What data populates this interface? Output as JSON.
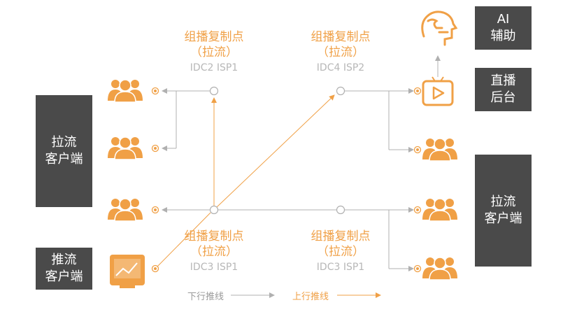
{
  "boxes": {
    "pull_left": "拉流\n客户端",
    "push": "推流\n客户端",
    "ai": "AI\n辅助",
    "live_backend": "直播\n后台",
    "pull_right": "拉流\n客户端"
  },
  "nodes": [
    {
      "title": "组播复制点",
      "sub": "（拉流）",
      "idc": "IDC2 ISP1"
    },
    {
      "title": "组播复制点",
      "sub": "（拉流）",
      "idc": "IDC4 ISP2"
    },
    {
      "title": "组播复制点",
      "sub": "（拉流）",
      "idc": "IDC3 ISP1"
    },
    {
      "title": "组播复制点",
      "sub": "（拉流）",
      "idc": "IDC3 ISP1"
    }
  ],
  "legend": {
    "downlink": "下行推线",
    "uplink": "上行推线"
  },
  "colors": {
    "orange": "#f0a046",
    "gray_line": "#b0b0b0",
    "box_bg": "#4a4a4a"
  },
  "icons": {
    "user_group": "user-group-icon",
    "monitor": "monitor-chart-icon",
    "tv": "tv-play-icon",
    "ai_head": "ai-head-icon"
  }
}
